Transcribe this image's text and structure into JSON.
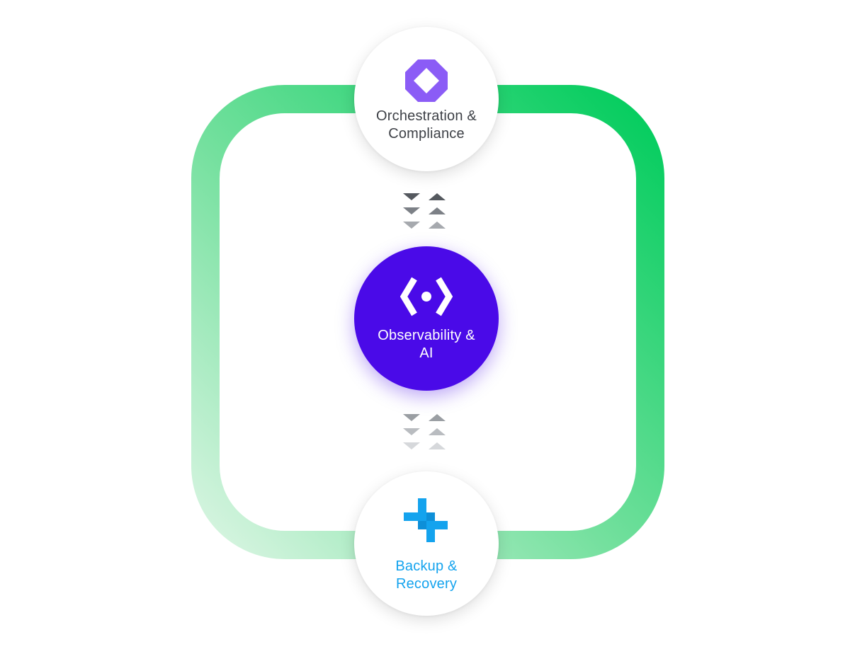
{
  "diagram": {
    "nodes": {
      "top": {
        "icon": "orchestration-diamond-icon",
        "label_line1": "Orchestration &",
        "label_line2": "Compliance",
        "color": "#8b5cf6"
      },
      "center": {
        "icon": "observability-brackets-dot-icon",
        "label_line1": "Observability &",
        "label_line2": "AI",
        "color": "#4a0ae8"
      },
      "bottom": {
        "icon": "backup-cross-icon",
        "label_line1": "Backup &",
        "label_line2": "Recovery",
        "color": "#14a3ee"
      }
    },
    "loop_colors": {
      "bright": "#00cc5c",
      "faint": "#d9f5e2"
    },
    "connectors": [
      {
        "between": [
          "top",
          "center"
        ],
        "direction": "bidirectional"
      },
      {
        "between": [
          "center",
          "bottom"
        ],
        "direction": "bidirectional"
      }
    ]
  }
}
